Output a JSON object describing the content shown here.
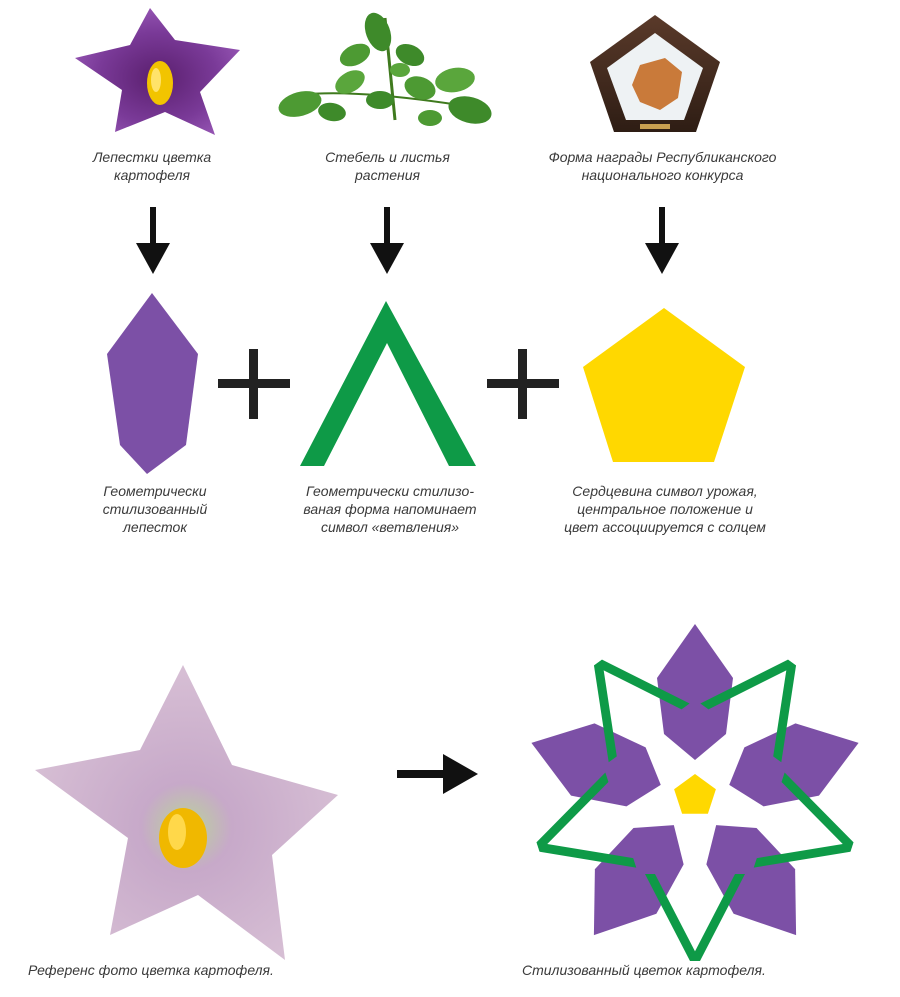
{
  "colors": {
    "purple": "#7c50a6",
    "green": "#0e9a47",
    "yellow": "#ffd800",
    "arrow": "#111111",
    "caption": "#3a3a3a",
    "reference_flower": "#c8a8c8"
  },
  "icons": {
    "down_arrow": "down-arrow-icon",
    "plus": "plus-icon",
    "right_arrow": "right-arrow-icon"
  },
  "sources": [
    {
      "image": "potato-flower-photo",
      "caption_lines": [
        "Лепестки цветка",
        "картофеля"
      ]
    },
    {
      "image": "stem-leaves-photo",
      "caption_lines": [
        "Стебель и листья",
        "растения"
      ]
    },
    {
      "image": "award-trophy-photo",
      "caption_lines": [
        "Форма награды Республиканского",
        "национального конкурса"
      ]
    }
  ],
  "elements": [
    {
      "shape": "petal",
      "caption_lines": [
        "Геометрически",
        "стилизованный",
        "лепесток"
      ]
    },
    {
      "shape": "branch",
      "caption_lines": [
        "Геометрически стилизо-",
        "ваная форма напоминает",
        "символ «ветвления»"
      ]
    },
    {
      "shape": "pentagon",
      "caption_lines": [
        "Сердцевина символ урожая,",
        "центральное положение и",
        "цвет ассоциируется с солцем"
      ]
    }
  ],
  "result": {
    "reference_caption": "Референс фото цветка картофеля.",
    "stylized_caption": "Стилизованный цветок картофеля."
  }
}
